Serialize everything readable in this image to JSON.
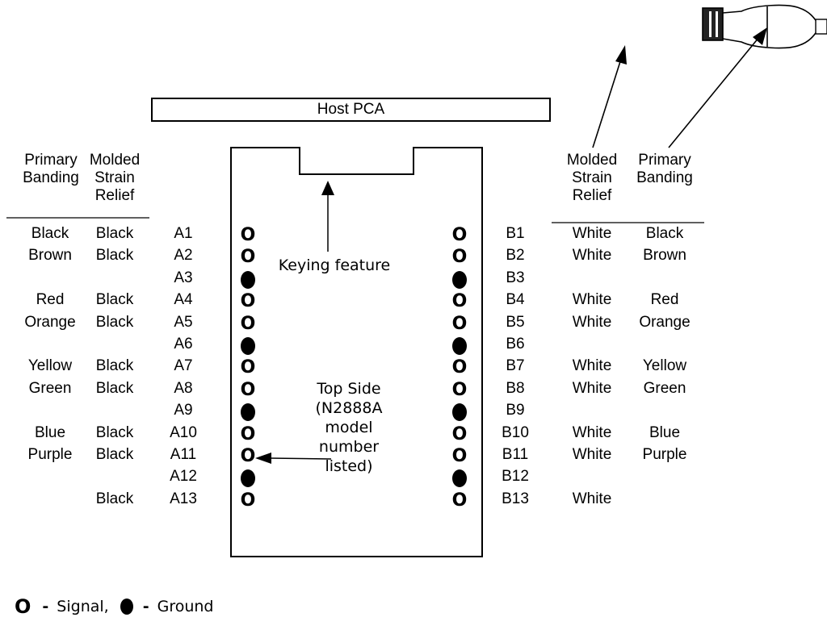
{
  "host_label": "Host PCA",
  "keying_label": "Keying feature",
  "top_side_lines": [
    "Top Side",
    "(N2888A",
    "model",
    "number",
    "listed)"
  ],
  "left_headers": {
    "primary": [
      "Primary",
      "Banding"
    ],
    "molded": [
      "Molded",
      "Strain",
      "Relief"
    ]
  },
  "right_headers": {
    "molded": [
      "Molded",
      "Strain",
      "Relief"
    ],
    "primary": [
      "Primary",
      "Banding"
    ]
  },
  "rows": [
    {
      "a": "A1",
      "b": "B1",
      "type": "signal",
      "left_band": "Black",
      "left_relief": "Black",
      "right_relief": "White",
      "right_band": "Black"
    },
    {
      "a": "A2",
      "b": "B2",
      "type": "signal",
      "left_band": "Brown",
      "left_relief": "Black",
      "right_relief": "White",
      "right_band": "Brown"
    },
    {
      "a": "A3",
      "b": "B3",
      "type": "ground",
      "left_band": "",
      "left_relief": "",
      "right_relief": "",
      "right_band": ""
    },
    {
      "a": "A4",
      "b": "B4",
      "type": "signal",
      "left_band": "Red",
      "left_relief": "Black",
      "right_relief": "White",
      "right_band": "Red"
    },
    {
      "a": "A5",
      "b": "B5",
      "type": "signal",
      "left_band": "Orange",
      "left_relief": "Black",
      "right_relief": "White",
      "right_band": "Orange"
    },
    {
      "a": "A6",
      "b": "B6",
      "type": "ground",
      "left_band": "",
      "left_relief": "",
      "right_relief": "",
      "right_band": ""
    },
    {
      "a": "A7",
      "b": "B7",
      "type": "signal",
      "left_band": "Yellow",
      "left_relief": "Black",
      "right_relief": "White",
      "right_band": "Yellow"
    },
    {
      "a": "A8",
      "b": "B8",
      "type": "signal",
      "left_band": "Green",
      "left_relief": "Black",
      "right_relief": "White",
      "right_band": "Green"
    },
    {
      "a": "A9",
      "b": "B9",
      "type": "ground",
      "left_band": "",
      "left_relief": "",
      "right_relief": "",
      "right_band": ""
    },
    {
      "a": "A10",
      "b": "B10",
      "type": "signal",
      "left_band": "Blue",
      "left_relief": "Black",
      "right_relief": "White",
      "right_band": "Blue"
    },
    {
      "a": "A11",
      "b": "B11",
      "type": "signal",
      "left_band": "Purple",
      "left_relief": "Black",
      "right_relief": "White",
      "right_band": "Purple"
    },
    {
      "a": "A12",
      "b": "B12",
      "type": "ground",
      "left_band": "",
      "left_relief": "",
      "right_relief": "",
      "right_band": ""
    },
    {
      "a": "A13",
      "b": "B13",
      "type": "signal",
      "left_band": "",
      "left_relief": "Black",
      "right_relief": "White",
      "right_band": ""
    }
  ],
  "legend": {
    "signal_symbol": "O",
    "dash": "-",
    "signal_text": "Signal,",
    "ground_text": "Ground"
  }
}
